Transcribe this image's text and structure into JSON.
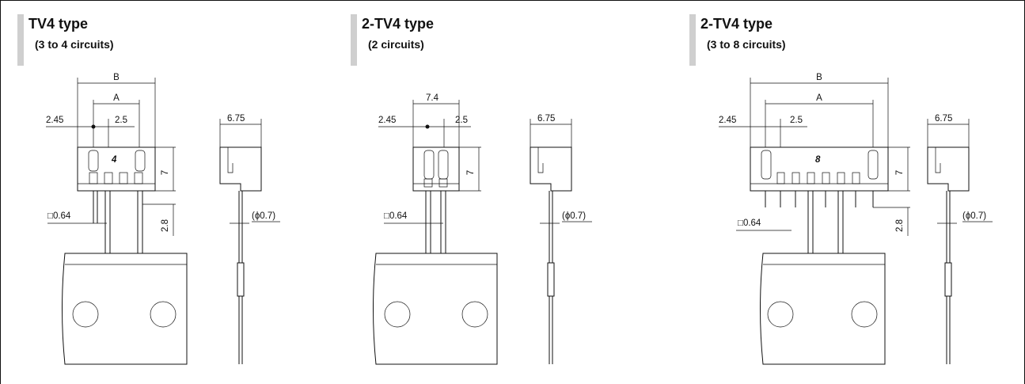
{
  "panels": [
    {
      "title": "TV4 type",
      "subtitle": "(3 to 4 circuits)",
      "dims": {
        "b": "B",
        "a": "A",
        "left": "2.45",
        "pitch": "2.5",
        "height": "7",
        "lead": "2.8",
        "post": "□0.64",
        "side_width": "6.75",
        "pin": "(ϕ0.7)",
        "mark": "4"
      }
    },
    {
      "title": "2-TV4 type",
      "subtitle": "(2 circuits)",
      "dims": {
        "a": "7.4",
        "left": "2.45",
        "pitch": "2.5",
        "height": "7",
        "post": "□0.64",
        "side_width": "6.75",
        "pin": "(ϕ0.7)"
      }
    },
    {
      "title": "2-TV4 type",
      "subtitle": "(3 to 8 circuits)",
      "dims": {
        "b": "B",
        "a": "A",
        "left": "2.45",
        "pitch": "2.5",
        "height": "7",
        "lead": "2.8",
        "post": "□0.64",
        "side_width": "6.75",
        "pin": "(ϕ0.7)",
        "mark": "8"
      }
    }
  ]
}
